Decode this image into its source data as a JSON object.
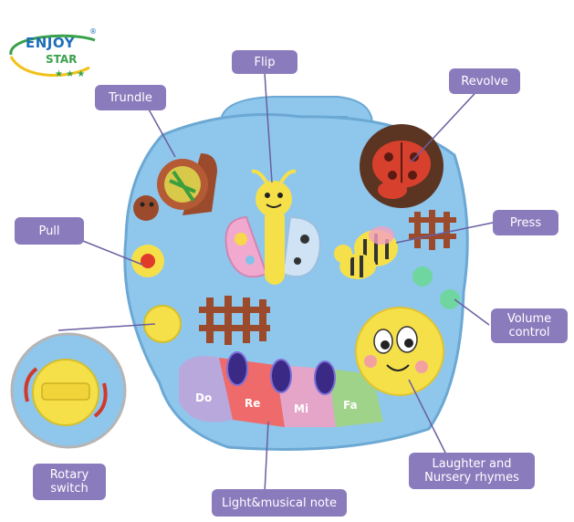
{
  "brand": {
    "line1": "ENJOY",
    "line2": "STAR",
    "reg": "®"
  },
  "callouts": {
    "flip": "Flip",
    "trundle": "Trundle",
    "revolve": "Revolve",
    "pull": "Pull",
    "press": "Press",
    "volume": "Volume\ncontrol",
    "rotary": "Rotary\nswitch",
    "laughter": "Laughter and\nNursery rhymes",
    "light": "Light&musical note"
  },
  "keys": {
    "do": "Do",
    "re": "Re",
    "mi": "Mi",
    "fa": "Fa"
  },
  "colors": {
    "toy_body": "#8fc6ec",
    "label_bg": "#8a7bbd",
    "leader": "#6a5ea0",
    "caterpillar": "#f6e04a",
    "key_do": "#b9a8dc",
    "key_re": "#ef6a6a",
    "key_mi": "#e4a5c9",
    "key_fa": "#9fd38a"
  }
}
